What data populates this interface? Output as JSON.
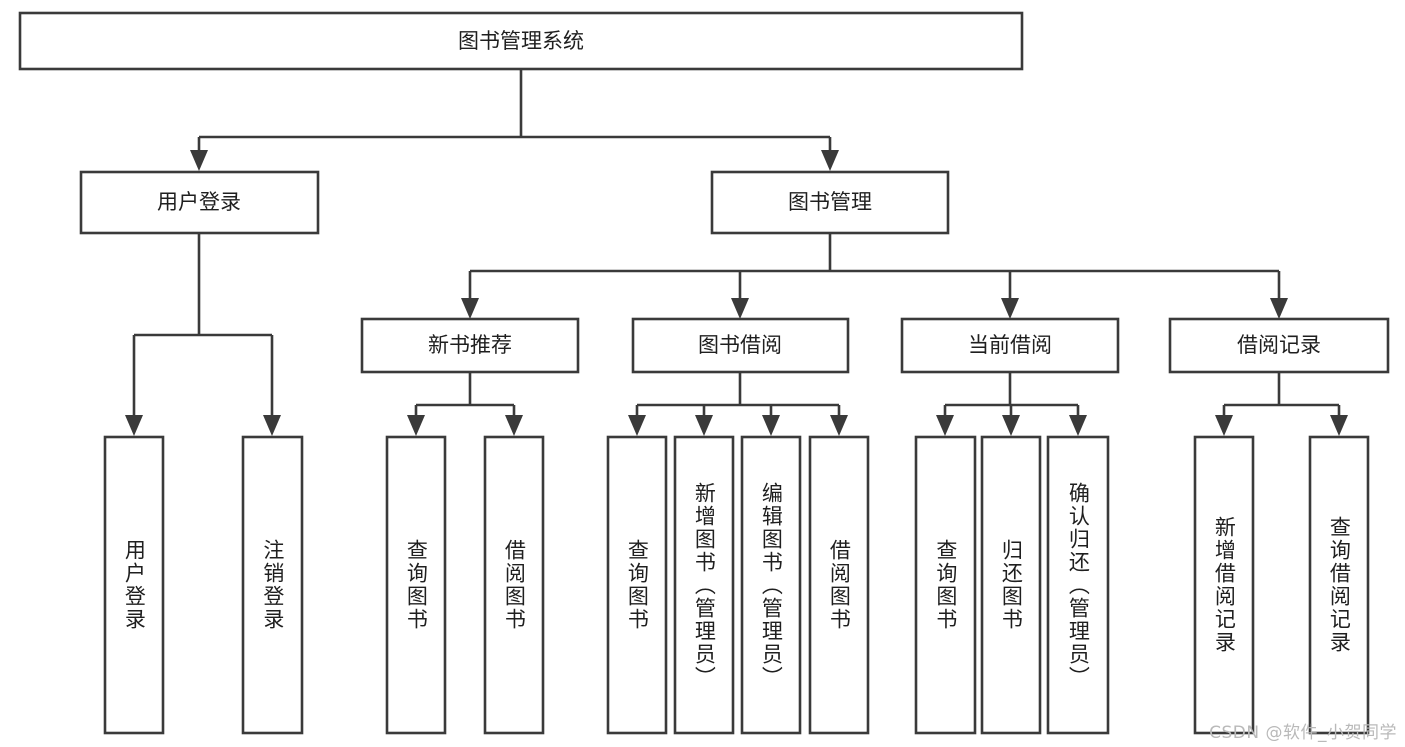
{
  "diagram": {
    "title": "图书管理系统",
    "type": "tree-hierarchy-diagram",
    "orientation": "top-down",
    "colors": {
      "box_stroke": "#3a3a3a",
      "box_fill": "#ffffff",
      "connector": "#3a3a3a",
      "text": "#1f1f1f",
      "watermark": "#b9b9b9",
      "background": "#ffffff"
    }
  },
  "root": {
    "label": "图书管理系统"
  },
  "level1": [
    {
      "label": "用户登录"
    },
    {
      "label": "图书管理"
    }
  ],
  "level2": [
    {
      "label": "新书推荐"
    },
    {
      "label": "图书借阅"
    },
    {
      "label": "当前借阅"
    },
    {
      "label": "借阅记录"
    }
  ],
  "leaves": {
    "user_login": [
      {
        "label": "用户登录"
      },
      {
        "label": "注销登录"
      }
    ],
    "new_book_recommend": [
      {
        "label": "查询图书"
      },
      {
        "label": "借阅图书"
      }
    ],
    "book_borrow": [
      {
        "label": "查询图书"
      },
      {
        "label": "新增图书（管理员）"
      },
      {
        "label": "编辑图书（管理员）"
      },
      {
        "label": "借阅图书"
      }
    ],
    "current_borrow": [
      {
        "label": "查询图书"
      },
      {
        "label": "归还图书"
      },
      {
        "label": "确认归还（管理员）"
      }
    ],
    "borrow_record": [
      {
        "label": "新增借阅记录"
      },
      {
        "label": "查询借阅记录"
      }
    ]
  },
  "watermark": {
    "text": "CSDN @软件_小贺同学"
  }
}
